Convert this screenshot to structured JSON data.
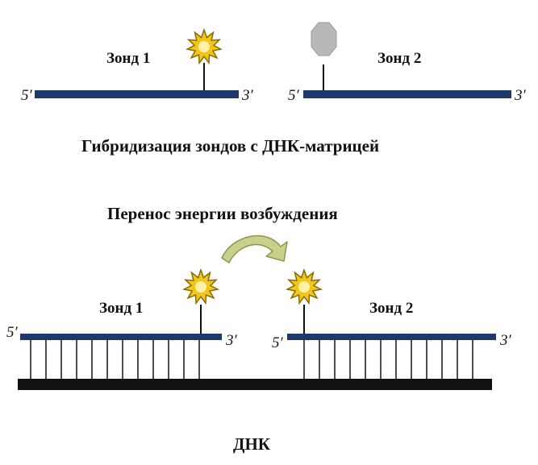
{
  "top": {
    "probe1": {
      "label": "Зонд 1",
      "end5": "5′",
      "end3": "3′"
    },
    "probe2": {
      "label": "Зонд 2",
      "end5": "5′",
      "end3": "3′"
    }
  },
  "caption_hybridization": "Гибридизация зондов с ДНК-матрицей",
  "caption_transfer": "Перенос энергии возбуждения",
  "bottom": {
    "probe1": {
      "label": "Зонд 1",
      "end5": "5′",
      "end3": "3′"
    },
    "probe2": {
      "label": "Зонд 2",
      "end5": "5′",
      "end3": "3′"
    },
    "dna_label": "ДНК"
  },
  "colors": {
    "strand": "#1b3a6b",
    "dna": "#111111",
    "donor_fill": "#f2c618",
    "donor_stroke": "#8a6a00",
    "acceptor": "#b8b8b8",
    "arrow": "#c9d08a"
  }
}
